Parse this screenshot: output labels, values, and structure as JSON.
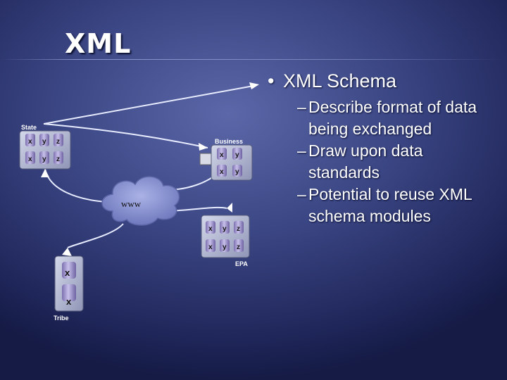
{
  "slide": {
    "title": "XML",
    "bullet": "XML Schema",
    "sub_bullets": [
      {
        "dash": "–",
        "line1": "Describe format of data",
        "line2": "being exchanged"
      },
      {
        "dash": "–",
        "line1": "Draw upon data",
        "line2": "standards"
      },
      {
        "dash": "–",
        "line1": "Potential to reuse XML",
        "line2": "schema modules"
      }
    ]
  },
  "diagram": {
    "state": {
      "label": "State",
      "row1": [
        "x",
        "y",
        "z"
      ],
      "row2": [
        "x",
        "y",
        "z"
      ]
    },
    "business": {
      "label": "Business",
      "row1": [
        "x",
        "y"
      ],
      "row2": [
        "x",
        "y"
      ]
    },
    "cloud": {
      "label": "www"
    },
    "epa": {
      "label": "EPA",
      "row1": [
        "x",
        "y",
        "z"
      ],
      "row2": [
        "x",
        "y",
        "z"
      ]
    },
    "tribe": {
      "label": "Tribe",
      "row1": [
        "x"
      ],
      "row2": [
        "x"
      ]
    }
  }
}
